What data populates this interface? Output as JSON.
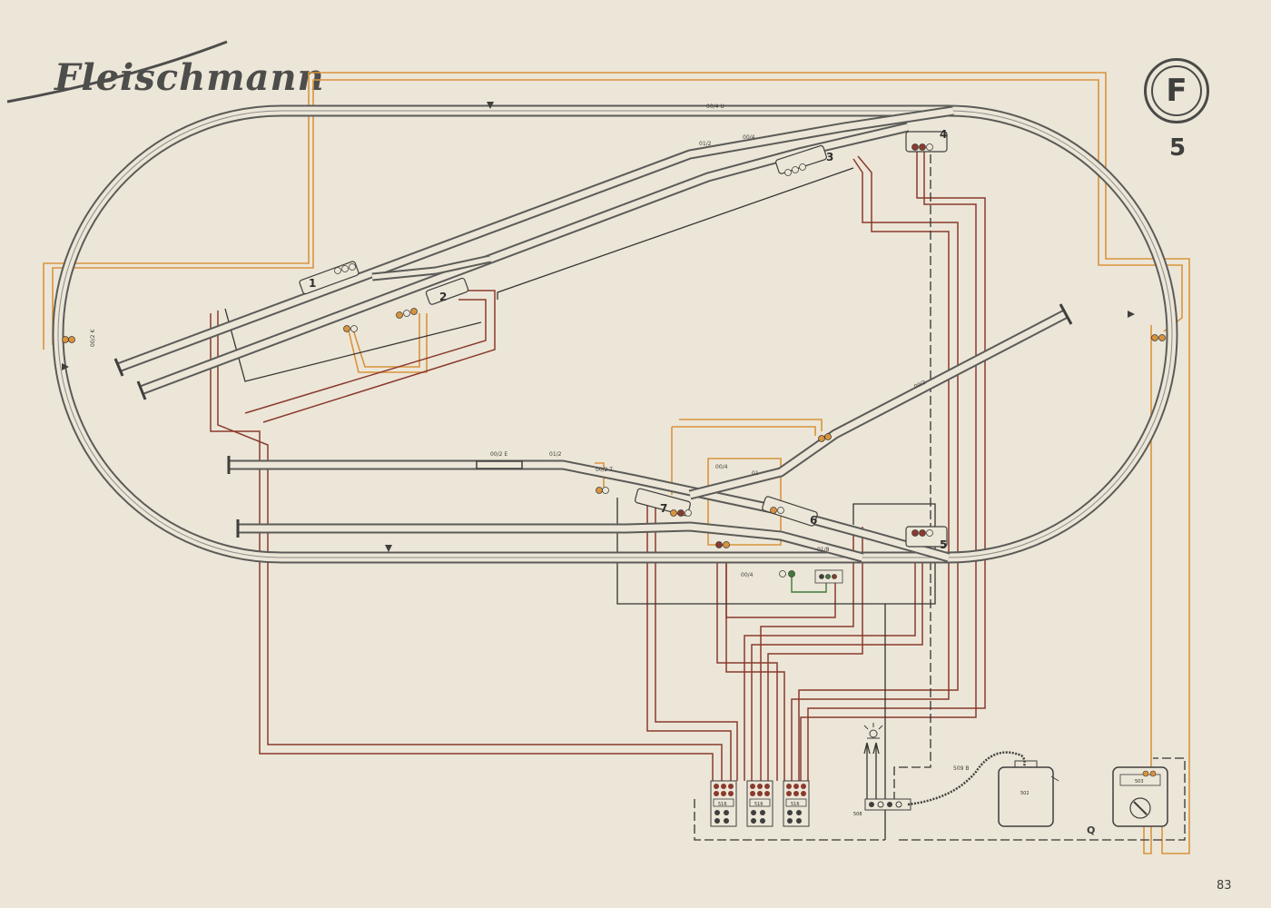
{
  "header": {
    "brand": "Fleischmann",
    "badge_letter": "F",
    "plan_number": "5"
  },
  "footer": {
    "page_number": "83"
  },
  "track_labels": {
    "top_straight": "00/4 U",
    "upper_siding_a": "01/2",
    "upper_siding_b": "00/4",
    "left_curve": "00/2 K",
    "mid_track": "00/2 E",
    "mid_track_b": "01/2",
    "mid_switch": "00/2 T",
    "right_spur": "00/2",
    "center_a": "00/4",
    "center_b": "01",
    "lower_a": "01/8",
    "lower_b": "00/4"
  },
  "switches": [
    "1",
    "2",
    "3",
    "4",
    "5",
    "6",
    "7"
  ],
  "control_units": {
    "switch_box": "516",
    "connection_box": "508",
    "cable": "509 B",
    "transformer_a": "502",
    "transformer_b": "503",
    "ground_line": "Q"
  },
  "colors": {
    "background": "#ece6d8",
    "track": "#5b5b58",
    "wire_orange": "#d9933c",
    "wire_brown": "#8a3a2c",
    "wire_dark": "#353533",
    "wire_green": "#3f7a3a"
  }
}
